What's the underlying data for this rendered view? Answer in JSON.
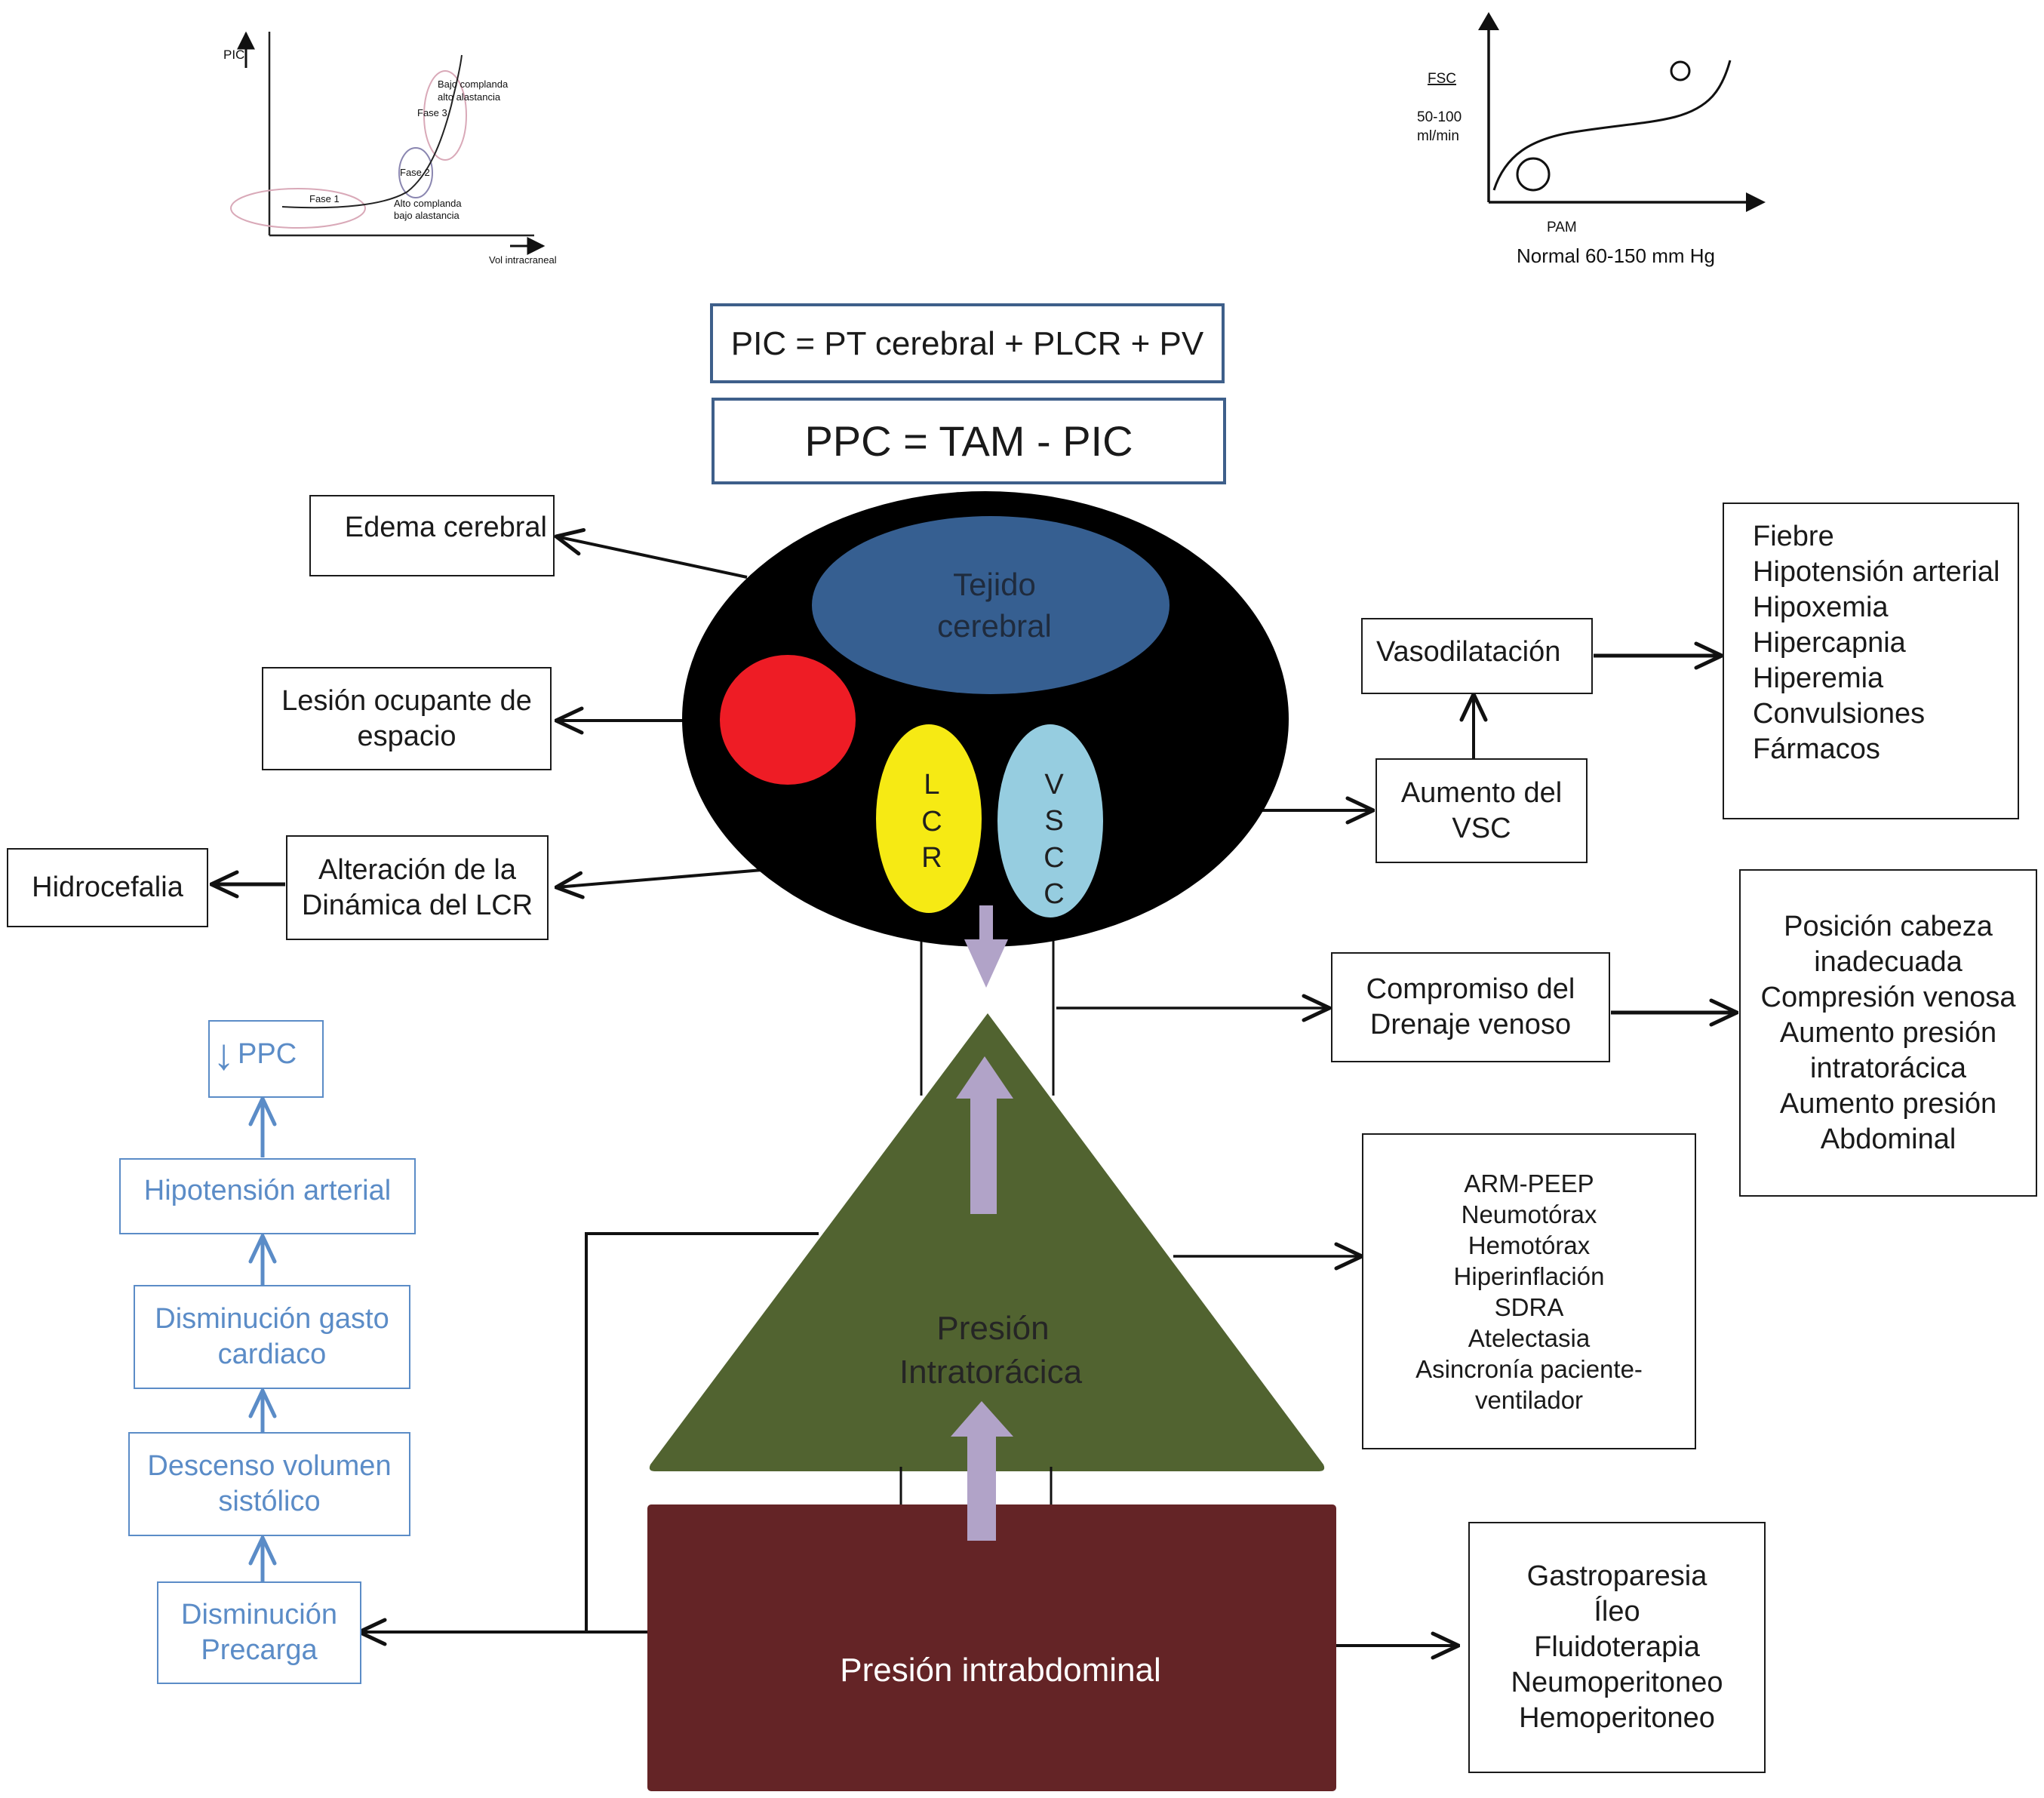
{
  "chart_pic_volume": {
    "type": "line",
    "ylabel": "PIC",
    "xlabel": "Vol intracraneal",
    "phases": [
      "Fase 1",
      "Fase 2",
      "Fase 3"
    ],
    "annotations": {
      "high": [
        "Bajo complanda",
        "alto alastancia"
      ],
      "low": [
        "Alto complanda",
        "bajo alastancia"
      ]
    },
    "curve": "exponential",
    "colors": {
      "phase_ellipse": "#d9a9b8",
      "phase2_ellipse": "#8a86b0",
      "curve": "#222222"
    }
  },
  "chart_fsc_pam": {
    "type": "line",
    "ylabel": "FSC",
    "ylabel_range": [
      "50-100",
      "ml/min"
    ],
    "xlabel": "PAM",
    "xnote": "Normal 60-150 mm Hg",
    "curve": "autoregulation-sigmoid"
  },
  "formulas": {
    "pic": "PIC = PT cerebral + PLCR + PV",
    "ppc": "PPC = TAM - PIC"
  },
  "skull": {
    "tissue": [
      "Tejido",
      "cerebral"
    ],
    "lcr": [
      "L",
      "C",
      "R"
    ],
    "vscc": [
      "V",
      "S",
      "C",
      "C"
    ],
    "colors": {
      "skull": "#000000",
      "tissue": "#365f91",
      "lesion": "#ee1c25",
      "lcr": "#f6ea14",
      "vscc": "#96cde0",
      "pressure_arrow": "#b1a3c8"
    }
  },
  "left_boxes": {
    "edema": "Edema cerebral",
    "lesion": [
      "Lesión ocupante de",
      "espacio"
    ],
    "lcr_dynamics": [
      "Alteración de la",
      "Dinámica del LCR"
    ],
    "hydrocephalus": "Hidrocefalia"
  },
  "right_boxes": {
    "vasodilation": "Vasodilatación",
    "vsc_increase": [
      "Aumento del",
      "VSC"
    ],
    "vasodilation_causes": [
      "Fiebre",
      "Hipotensión arterial",
      "Hipoxemia",
      "Hipercapnia",
      "Hiperemia",
      "Convulsiones",
      "Fármacos"
    ],
    "venous_drainage": [
      "Compromiso del",
      "Drenaje venoso"
    ],
    "venous_causes": [
      "Posición cabeza",
      "inadecuada",
      "Compresión venosa",
      "Aumento presión",
      "intratorácica",
      "Aumento presión",
      "Abdominal"
    ],
    "thoracic_causes": [
      "ARM-PEEP",
      "Neumotórax",
      "Hemotórax",
      "Hiperinflación",
      "SDRA",
      "Atelectasia",
      "Asincronía paciente-",
      "ventilador"
    ],
    "abdominal_causes": [
      "Gastroparesia",
      "Íleo",
      "Fluidoterapia",
      "Neumoperitoneo",
      "Hemoperitoneo"
    ]
  },
  "thorax": {
    "label": [
      "Presión",
      "Intratorácica"
    ],
    "color": "#516330"
  },
  "abdomen": {
    "label": "Presión intrabdominal",
    "color": "#642426"
  },
  "hemodynamic_chain": {
    "ppc": "PPC",
    "ppc_arrow": "↓",
    "hypotension": "Hipotensión arterial",
    "cardiac_output": [
      "Disminución gasto",
      "cardiaco"
    ],
    "stroke_volume": [
      "Descenso volumen",
      "sistólico"
    ],
    "preload": [
      "Disminución",
      "Precarga"
    ],
    "color": "#5b8cc7"
  }
}
